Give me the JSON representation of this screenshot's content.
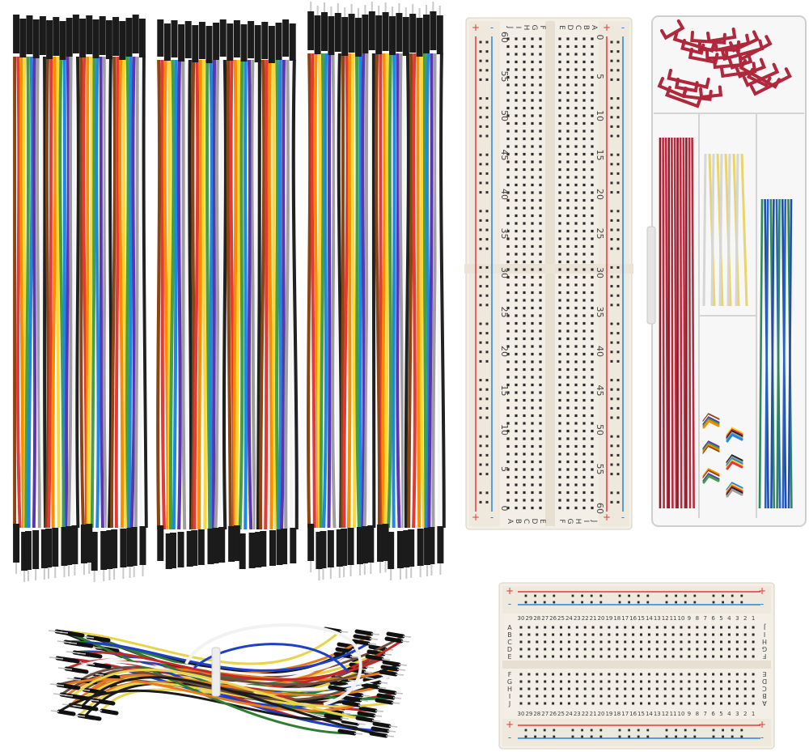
{
  "scene": {
    "subject": "Electronics breadboard and jumper wire kit",
    "background_color": "#ffffff"
  },
  "wire_colors": [
    "#8b4513",
    "#e53935",
    "#fb8c00",
    "#fdd835",
    "#43a047",
    "#1e88e5",
    "#5e35b1",
    "#9e9e9e",
    "#f5f5f5",
    "#212121"
  ],
  "ribbon_bundles": [
    {
      "name": "female-female-dupont-wires",
      "ends": "female-female"
    },
    {
      "name": "male-female-dupont-wires",
      "ends": "male-female"
    },
    {
      "name": "male-male-dupont-wires",
      "ends": "male-male"
    }
  ],
  "large_breadboard": {
    "name": "830-point-breadboard",
    "column_numbers_left": [
      "60",
      "55",
      "50",
      "45",
      "40",
      "35",
      "30",
      "25",
      "20",
      "15",
      "10",
      "5",
      "0"
    ],
    "column_numbers_right": [
      "0",
      "5",
      "10",
      "15",
      "20",
      "25",
      "30",
      "35",
      "40",
      "45",
      "50",
      "55",
      "60"
    ],
    "row_letters_top_left": [
      "J",
      "I",
      "H",
      "G",
      "F"
    ],
    "row_letters_top_right": [
      "E",
      "D",
      "C",
      "B",
      "A"
    ],
    "row_letters_bottom_left": [
      "A",
      "B",
      "C",
      "D",
      "E"
    ],
    "row_letters_bottom_right": [
      "F",
      "G",
      "H",
      "I",
      "J"
    ],
    "rail_plus": "+",
    "rail_minus": "-",
    "rail_red": "#e53935",
    "rail_blue": "#1e88e5"
  },
  "small_breadboard": {
    "name": "400-point-breadboard",
    "column_numbers": [
      "30",
      "29",
      "28",
      "27",
      "26",
      "25",
      "24",
      "23",
      "22",
      "21",
      "20",
      "19",
      "18",
      "17",
      "16",
      "15",
      "14",
      "13",
      "12",
      "11",
      "10",
      "9",
      "8",
      "7",
      "6",
      "5",
      "4",
      "3",
      "2",
      "1"
    ],
    "row_letters_left": [
      "A",
      "B",
      "C",
      "D",
      "E",
      "F",
      "G",
      "H",
      "I",
      "J"
    ],
    "row_letters_right": [
      "J",
      "I",
      "H",
      "G",
      "F",
      "E",
      "D",
      "C",
      "B",
      "A"
    ],
    "rail_plus": "+",
    "rail_minus": "-"
  },
  "jumper_box": {
    "name": "jumper-wire-kit-box"
  },
  "flexible_jumpers": {
    "name": "flexible-jumper-wires-bundle"
  }
}
